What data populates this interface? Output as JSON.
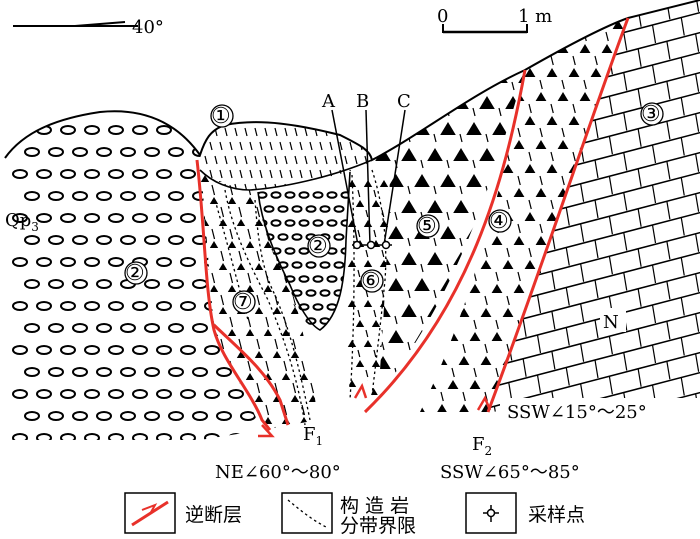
{
  "orientation": {
    "dip_label": "40°"
  },
  "scale_bar": {
    "start": "0",
    "end": "1 m"
  },
  "formations": {
    "qp3": "Qp",
    "qp3_sub": "3",
    "neogene": "N"
  },
  "zones": {
    "z1": "①",
    "z2_left": "②",
    "z2_center": "②",
    "z3": "③",
    "z4": "④",
    "z5": "⑤",
    "z6": "⑥",
    "z7": "⑦"
  },
  "sample_points": {
    "a": "A",
    "b": "B",
    "c": "C"
  },
  "faults": {
    "f1": "F",
    "f1_sub": "1",
    "f2": "F",
    "f2_sub": "2",
    "f1_attitude": "NE∠60°～80°",
    "f2_attitude": "SSW∠65°～85°",
    "n_attitude": "SSW∠15°～25°"
  },
  "legend": {
    "thrust_fault": "逆断层",
    "zone_boundary_line1": "构 造 岩",
    "zone_boundary_line2": "分带界限",
    "sampling_point": "采样点"
  },
  "colors": {
    "fault": "#e8312a",
    "ink": "#000000"
  }
}
